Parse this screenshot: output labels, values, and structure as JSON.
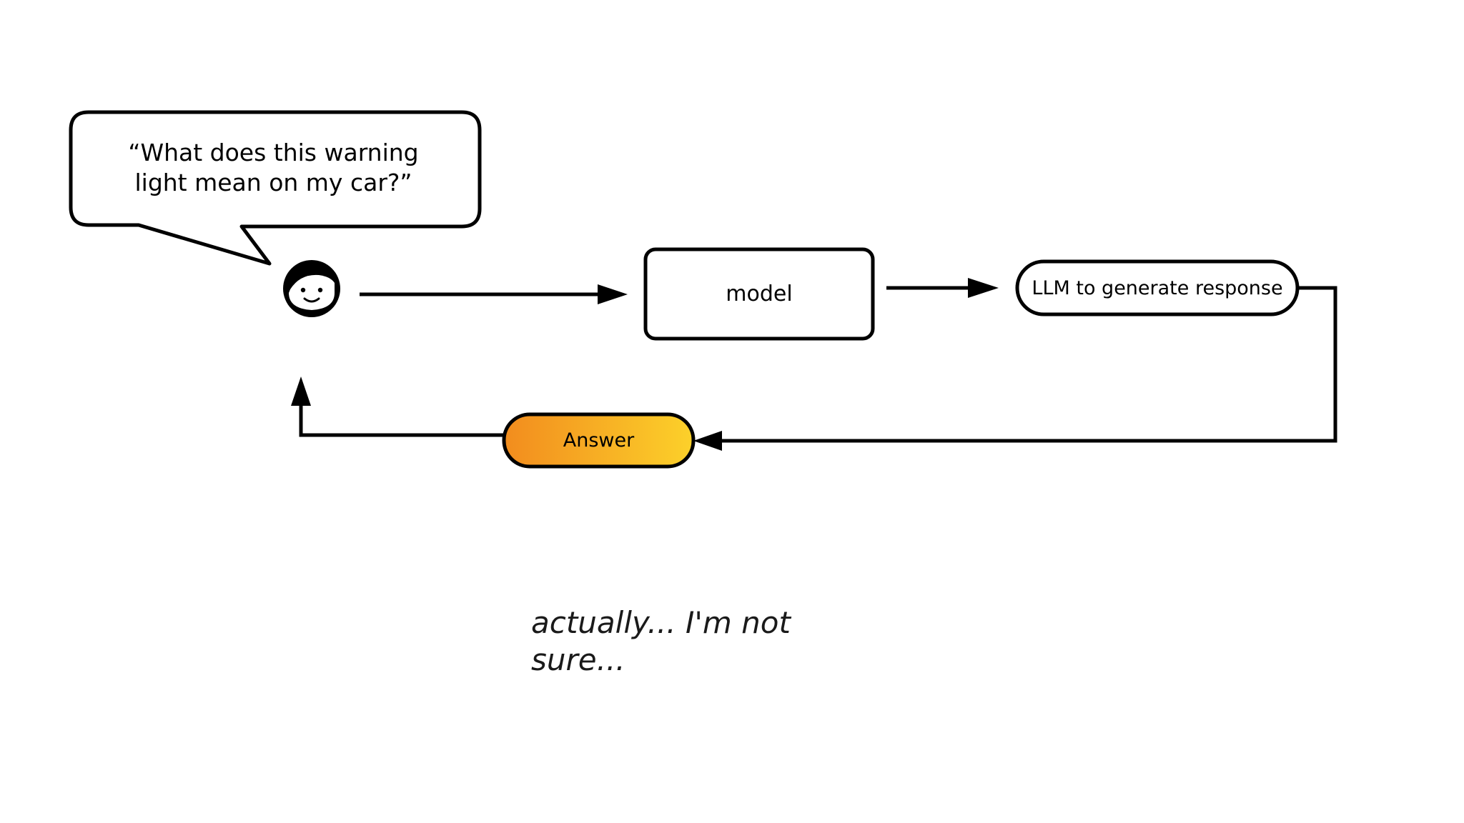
{
  "user": {
    "question": "“What does this warning\nlight mean on my car?”",
    "avatar_icon": "user-face-icon"
  },
  "nodes": {
    "model_label": "model",
    "llm_label": "LLM to generate response",
    "answer_label": "Answer"
  },
  "caption": "actually... I'm not\nsure...",
  "colors": {
    "stroke": "#000000",
    "answer_gradient_start": "#f28c1e",
    "answer_gradient_end": "#fcd12a"
  }
}
